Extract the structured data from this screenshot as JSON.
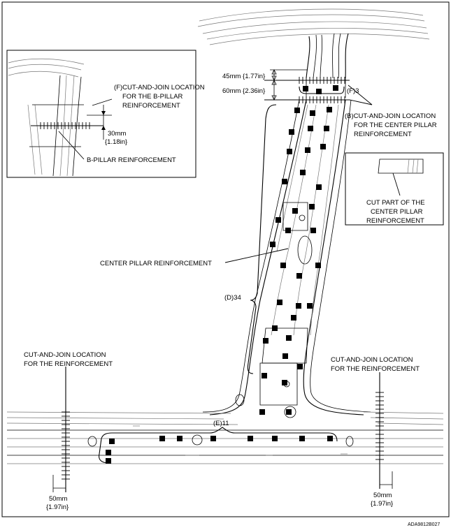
{
  "labels": {
    "inset_f_line1": "(F)CUT-AND-JOIN LOCATION",
    "inset_f_line2": "FOR THE B-PILLAR",
    "inset_f_line3": "REINFORCEMENT",
    "inset_dim_value": "30mm",
    "inset_dim_inch": "{1.18in}",
    "b_pillar_reinforcement": "B-PILLAR REINFORCEMENT",
    "dim_45": "45mm {1.77in}",
    "dim_60": "60mm {2.36in}",
    "f3": "(F)3",
    "b_line1": "(B)CUT-AND-JOIN LOCATION",
    "b_line2": "FOR THE CENTER PILLAR",
    "b_line3": "REINFORCEMENT",
    "cut_part_line1": "CUT PART OF THE",
    "cut_part_line2": "CENTER PILLAR",
    "cut_part_line3": "REINFORCEMENT",
    "center_pillar_reinforcement": "CENTER PILLAR REINFORCEMENT",
    "d34": "(D)34",
    "cut_join_left_line1": "CUT-AND-JOIN LOCATION",
    "cut_join_left_line2": "FOR THE REINFORCEMENT",
    "cut_join_right_line1": "CUT-AND-JOIN LOCATION",
    "cut_join_right_line2": "FOR THE REINFORCEMENT",
    "e11": "(E)11",
    "dim_50_left": "50mm",
    "dim_50_left_inch": "{1.97in}",
    "dim_50_right": "50mm",
    "dim_50_right_inch": "{1.97in}",
    "figure_code": "ADA9812B027"
  },
  "spot_welds": {
    "f_count": 3,
    "d_count": 34,
    "e_count": 11
  }
}
